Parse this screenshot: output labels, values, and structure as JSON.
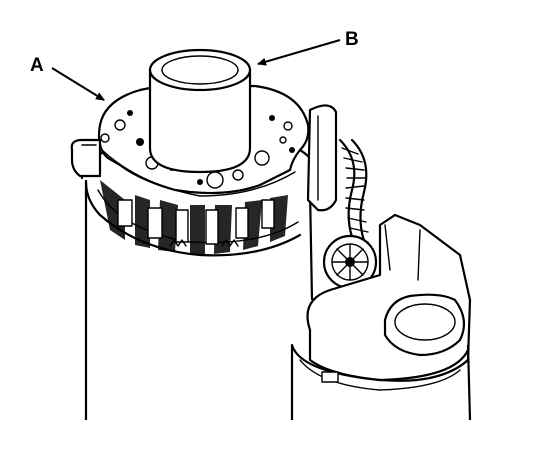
{
  "callouts": [
    {
      "id": "A",
      "label": "A"
    },
    {
      "id": "B",
      "label": "B"
    }
  ],
  "colors": {
    "ink": "#000000",
    "paper": "#ffffff"
  }
}
